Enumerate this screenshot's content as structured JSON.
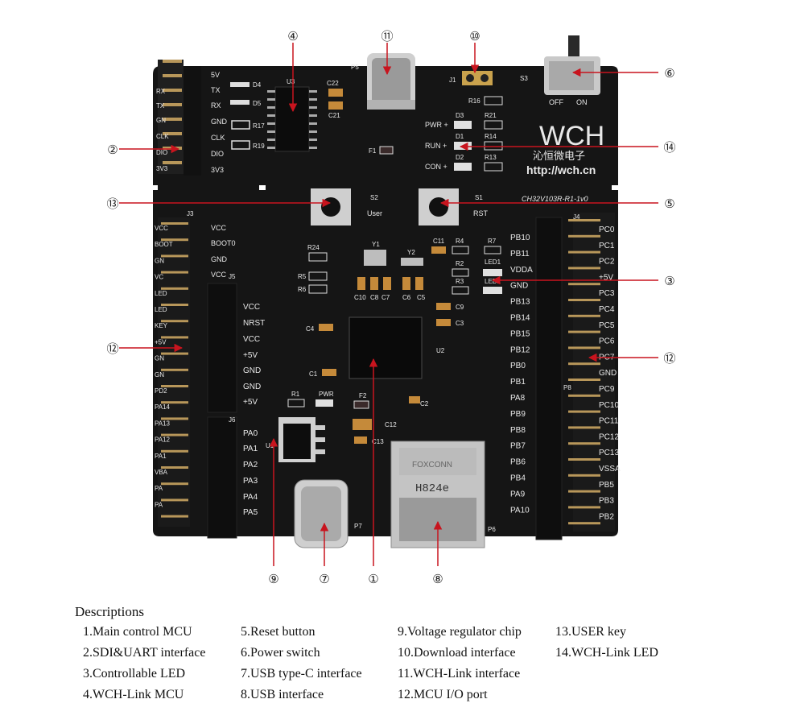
{
  "board": {
    "brand": "WCH",
    "brand_cn": "沁恒微电子",
    "url": "http://wch.cn",
    "model": "CH32V103R-R1-1v0",
    "usb_marking": "H824e",
    "usb_maker": "FOXCONN",
    "switch_labels": [
      "OFF",
      "ON"
    ],
    "button_labels": {
      "s2": "S2",
      "s2_name": "User",
      "s1": "S1",
      "s1_name": "RST",
      "s3": "S3"
    },
    "header_left_top": [
      "5V",
      "TX",
      "RX",
      "GND",
      "CLK",
      "DIO",
      "3V3"
    ],
    "header_left_top_pins": [
      "RX",
      "TX",
      "GN",
      "CLK",
      "DIO",
      "3V3"
    ],
    "header_j3": [
      "VCC",
      "BOOT0",
      "GND",
      "VCC"
    ],
    "header_j5": [
      "VCC",
      "NRST",
      "VCC",
      "+5V",
      "GND",
      "GND",
      "+5V"
    ],
    "header_j6": [
      "PA0",
      "PA1",
      "PA2",
      "PA3",
      "PA4",
      "PA5"
    ],
    "left_edge_pins": [
      "VCC",
      "BOOT",
      "GN",
      "VC",
      "LED",
      "LED",
      "KEY",
      "+5V",
      "GN",
      "GN",
      "PD2",
      "PA14",
      "PA13",
      "PA12",
      "PA1",
      "VBA",
      "PA",
      "PA"
    ],
    "right_inner": [
      "PB10",
      "PB11",
      "VDDA",
      "GND",
      "PB13",
      "PB14",
      "PB15",
      "PB12",
      "PB0",
      "PB1",
      "PA8",
      "PB9",
      "PB8",
      "PB7",
      "PB6",
      "PB4",
      "PA9",
      "PA10"
    ],
    "right_outer": [
      "PC0",
      "PC1",
      "PC2",
      "+5V",
      "PC3",
      "PC4",
      "PC5",
      "PC6",
      "PC7",
      "GND",
      "PC9",
      "PC10",
      "PC11",
      "PC12",
      "PC13",
      "VSSA",
      "PB5",
      "PB3",
      "PB2"
    ],
    "led_labels": [
      "PWR +",
      "RUN +",
      "CON +"
    ],
    "ref_designators": {
      "p5": "P5",
      "j1": "J1",
      "u3": "U3",
      "d4": "D4",
      "d5": "D5",
      "r17": "R17",
      "r19": "R19",
      "c22": "C22",
      "c21": "C21",
      "r16": "R16",
      "d3": "D3",
      "d1": "D1",
      "d2": "D2",
      "r21": "R21",
      "r14": "R14",
      "r13": "R13",
      "f1": "F1",
      "j3": "J3",
      "j4": "J4",
      "j5": "J5",
      "j6": "J6",
      "r24": "R24",
      "r5": "R5",
      "r6": "R6",
      "y1": "Y1",
      "y2": "Y2",
      "c11": "C11",
      "r4": "R4",
      "r7": "R7",
      "r2": "R2",
      "r3": "R3",
      "led1": "LED1",
      "led2": "LED2",
      "c10": "C10",
      "c8": "C8",
      "c7": "C7",
      "c6": "C6",
      "c5": "C5",
      "c9": "C9",
      "c3": "C3",
      "c4": "C4",
      "u2": "U2",
      "c1": "C1",
      "r1": "R1",
      "pwr": "PWR",
      "f2": "F2",
      "c2": "C2",
      "c12": "C12",
      "c13": "C13",
      "u1": "U1",
      "p7": "P7",
      "p6": "P6",
      "p8": "P8"
    }
  },
  "callouts": [
    "①",
    "②",
    "③",
    "④",
    "⑤",
    "⑥",
    "⑦",
    "⑧",
    "⑨",
    "⑩",
    "⑪",
    "⑫",
    "⑬",
    "⑭"
  ],
  "descriptions": {
    "title": "Descriptions",
    "items": [
      "1.Main control MCU",
      "2.SDI&UART interface",
      "3.Controllable LED",
      "4.WCH-Link MCU",
      "5.Reset button",
      "6.Power switch",
      "7.USB type-C interface",
      "8.USB interface",
      "9.Voltage regulator chip",
      "10.Download interface",
      "11.WCH-Link interface",
      "12.MCU I/O port",
      "13.USER key",
      "14.WCH-Link LED"
    ]
  },
  "colors": {
    "board": "#141414",
    "silk": "#e8e8e8",
    "arrow": "#c8141e",
    "gold": "#b8975a"
  }
}
